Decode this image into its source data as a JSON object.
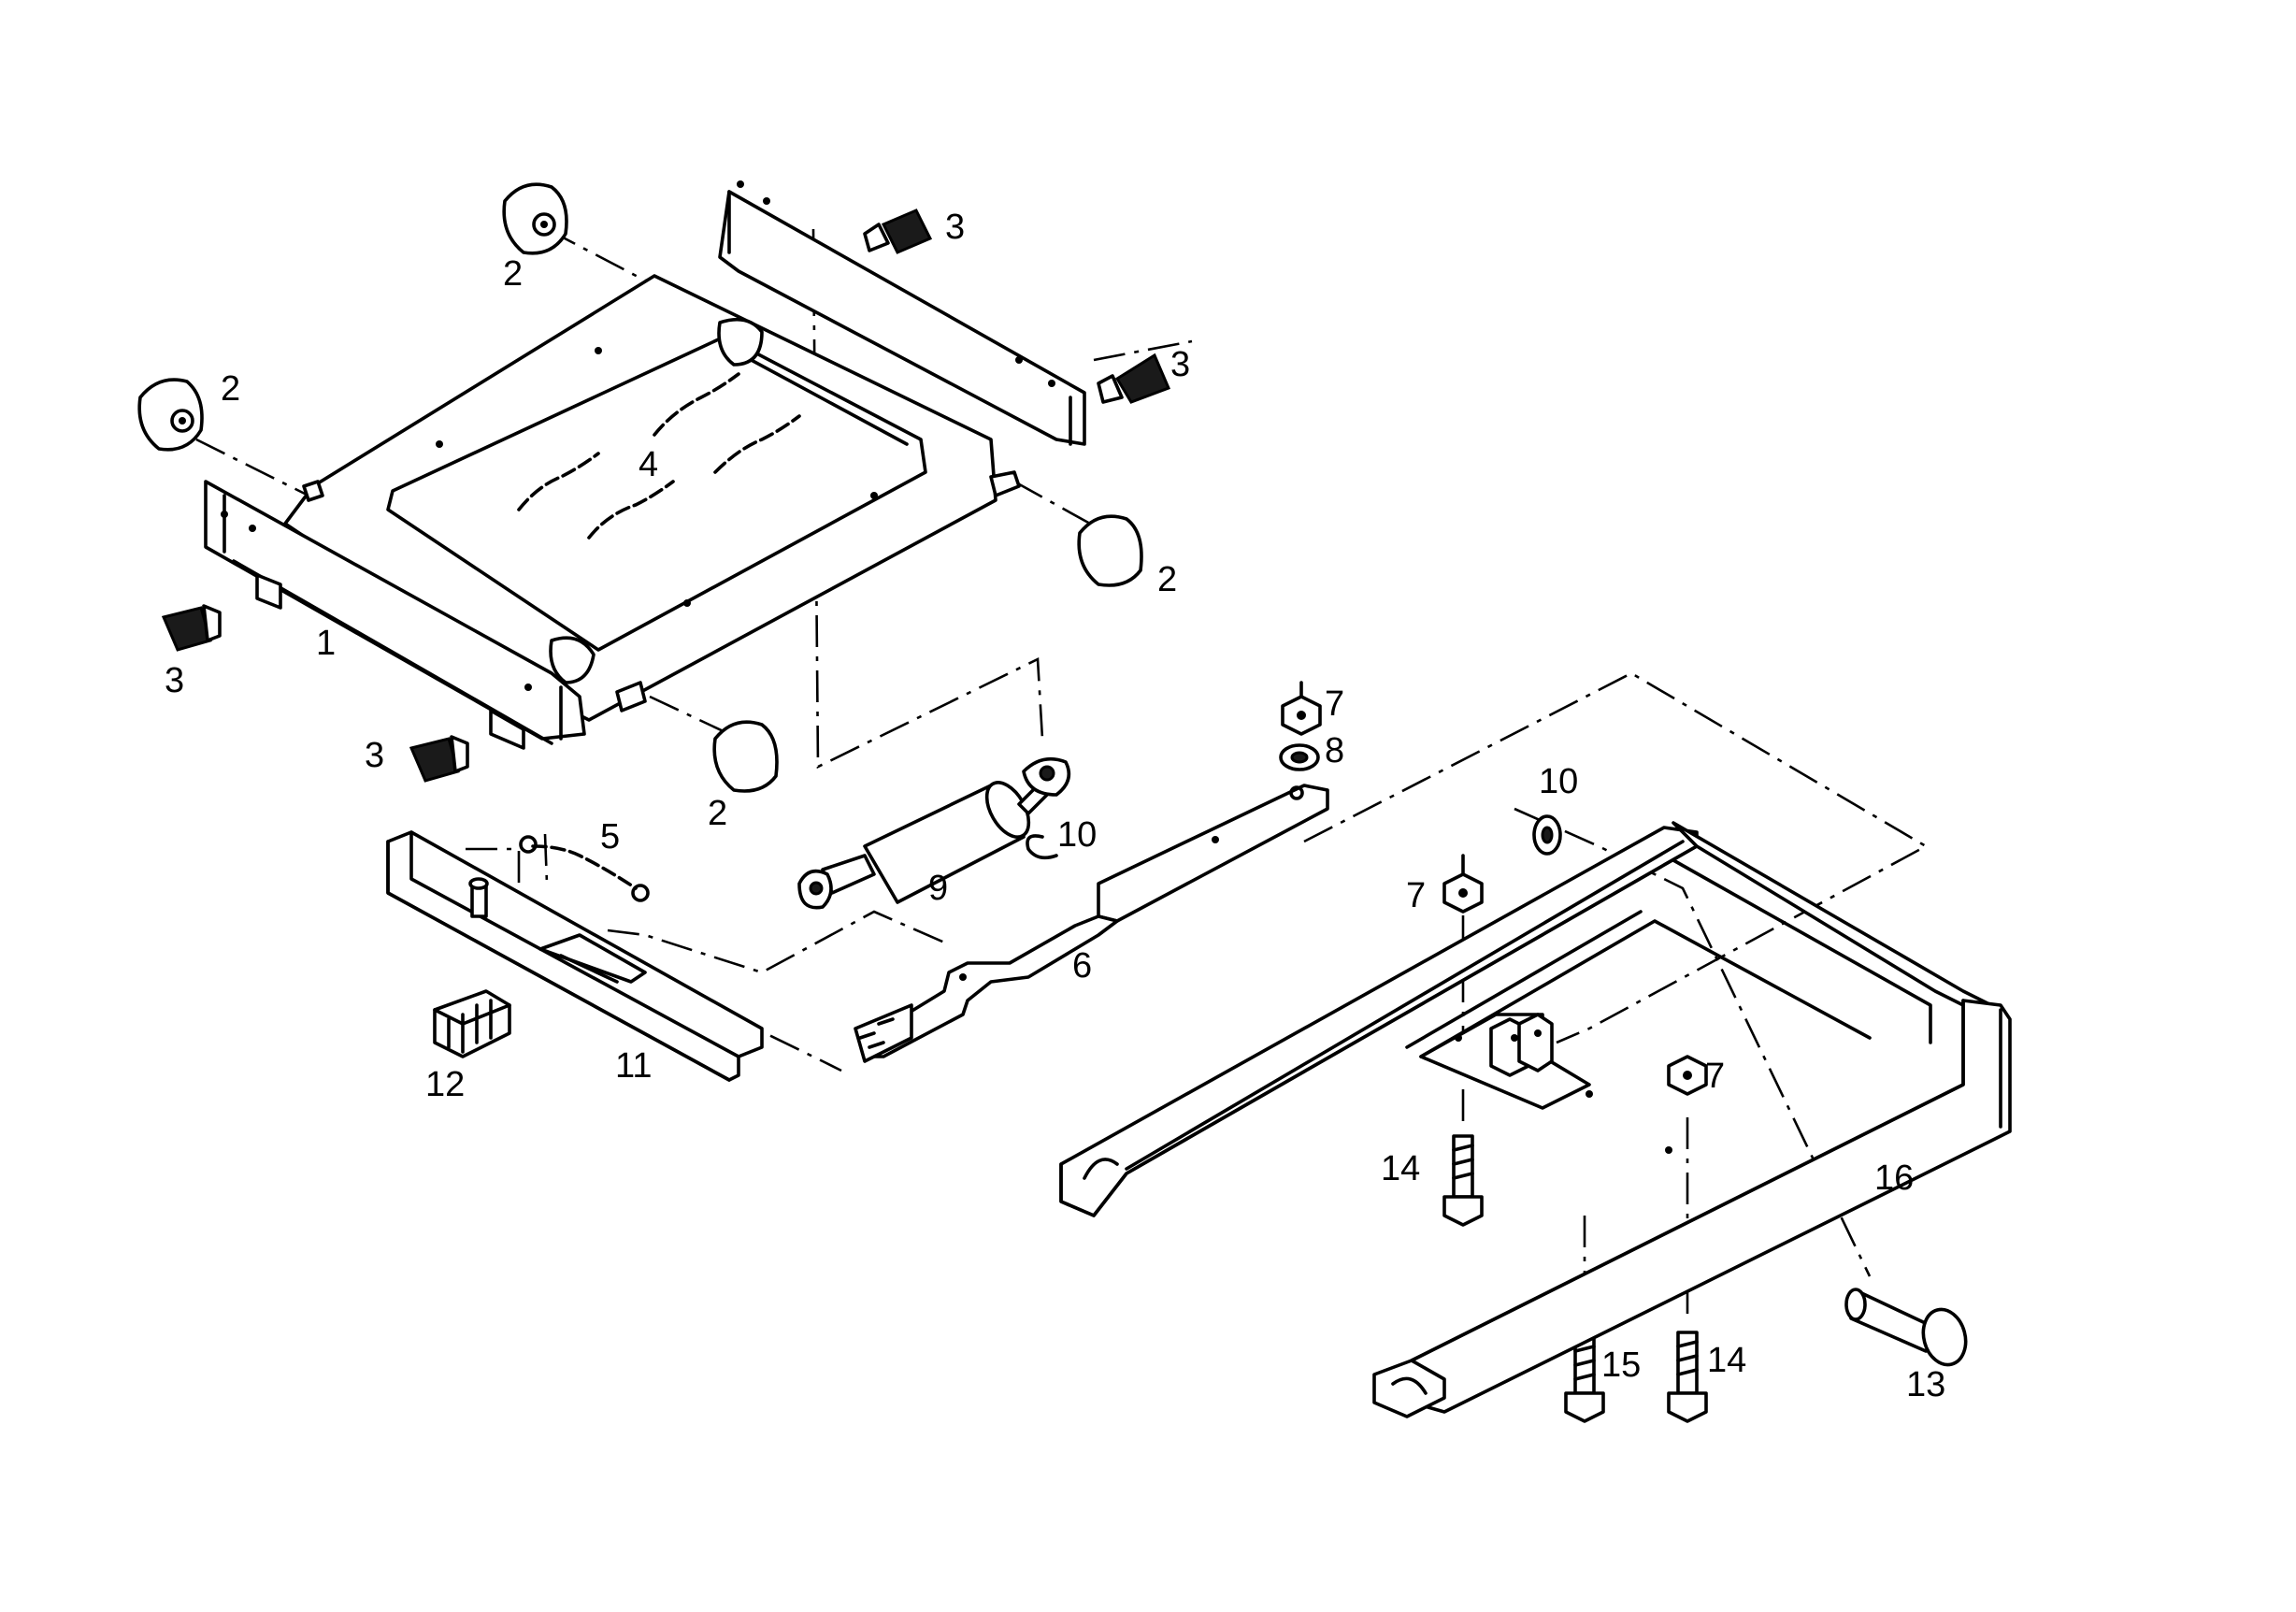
{
  "diagram": {
    "callouts": [
      {
        "id": "c1",
        "text": "1"
      },
      {
        "id": "c2a",
        "text": "2"
      },
      {
        "id": "c2b",
        "text": "2"
      },
      {
        "id": "c2c",
        "text": "2"
      },
      {
        "id": "c2d",
        "text": "2"
      },
      {
        "id": "c3a",
        "text": "3"
      },
      {
        "id": "c3b",
        "text": "3"
      },
      {
        "id": "c3c",
        "text": "3"
      },
      {
        "id": "c3d",
        "text": "3"
      },
      {
        "id": "c4",
        "text": "4"
      },
      {
        "id": "c5",
        "text": "5"
      },
      {
        "id": "c6",
        "text": "6"
      },
      {
        "id": "c7a",
        "text": "7"
      },
      {
        "id": "c7b",
        "text": "7"
      },
      {
        "id": "c7c",
        "text": "7"
      },
      {
        "id": "c8",
        "text": "8"
      },
      {
        "id": "c9",
        "text": "9"
      },
      {
        "id": "c10a",
        "text": "10"
      },
      {
        "id": "c10b",
        "text": "10"
      },
      {
        "id": "c11",
        "text": "11"
      },
      {
        "id": "c12",
        "text": "12"
      },
      {
        "id": "c13",
        "text": "13"
      },
      {
        "id": "c14a",
        "text": "14"
      },
      {
        "id": "c14b",
        "text": "14"
      },
      {
        "id": "c15",
        "text": "15"
      },
      {
        "id": "c16",
        "text": "16"
      }
    ]
  }
}
